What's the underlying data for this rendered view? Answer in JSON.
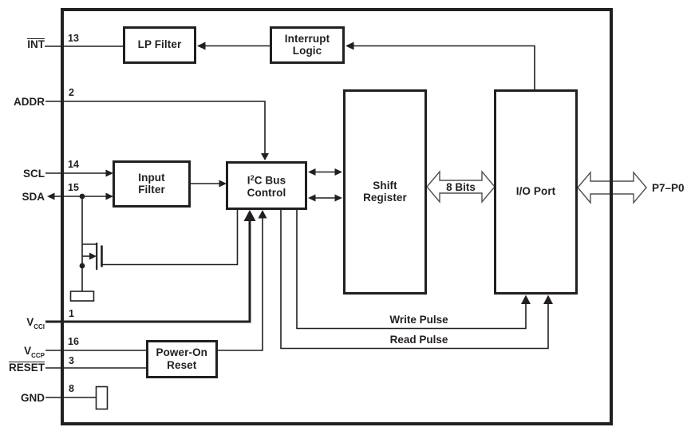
{
  "blocks": {
    "lp_filter": {
      "label": "LP Filter"
    },
    "interrupt_logic": {
      "line1": "Interrupt",
      "line2": "Logic"
    },
    "input_filter": {
      "line1": "Input",
      "line2": "Filter"
    },
    "i2c_bus_control": {
      "line1_pre": "I",
      "line1_sup": "2",
      "line1_post": "C Bus",
      "line2": "Control"
    },
    "shift_register": {
      "line1": "Shift",
      "line2": "Register"
    },
    "io_port": {
      "label": "I/O Port"
    },
    "power_on_reset": {
      "line1": "Power-On",
      "line2": "Reset"
    }
  },
  "pins": {
    "int": {
      "label": "INT",
      "number": "13"
    },
    "addr": {
      "label": "ADDR",
      "number": "2"
    },
    "scl": {
      "label": "SCL",
      "number": "14"
    },
    "sda": {
      "label": "SDA",
      "number": "15"
    },
    "vcci": {
      "label": "V",
      "sub": "CCI",
      "number": "1"
    },
    "vccp": {
      "label": "V",
      "sub": "CCP",
      "number": "16"
    },
    "reset": {
      "label": "RESET",
      "number": "3"
    },
    "gnd": {
      "label": "GND",
      "number": "8"
    }
  },
  "labels": {
    "bus_width": "8 Bits",
    "port_range": "P7–P0",
    "write_pulse": "Write Pulse",
    "read_pulse": "Read Pulse"
  },
  "colors": {
    "line": "#231f20",
    "hollow_arrow_outline": "#4d4f53",
    "background": "#ffffff"
  }
}
